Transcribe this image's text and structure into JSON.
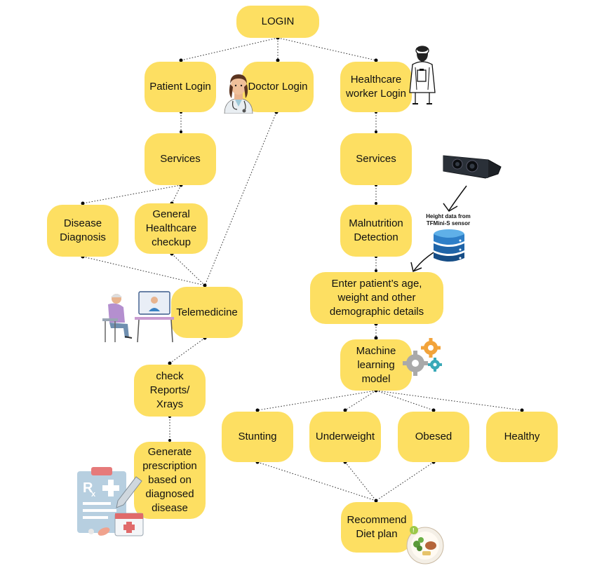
{
  "nodes": {
    "login": "LOGIN",
    "patient_login": "Patient Login",
    "doctor_login": "Doctor Login",
    "healthcare_login_1": "Healthcare",
    "healthcare_login_2": "worker Login",
    "services_left": "Services",
    "services_right": "Services",
    "disease_1": "Disease",
    "disease_2": "Diagnosis",
    "general_1": "General",
    "general_2": "Healthcare",
    "general_3": "checkup",
    "malnutrition_1": "Malnutrition",
    "malnutrition_2": "Detection",
    "enter_1": "Enter patient’s age,",
    "enter_2": "weight and other",
    "enter_3": "demographic details",
    "telemedicine": "Telemedicine",
    "ml_1": "Machine",
    "ml_2": "learning",
    "ml_3": "model",
    "check_1": "check",
    "check_2": "Reports/",
    "check_3": "Xrays",
    "stunting": "Stunting",
    "underweight": "Underweight",
    "obesed": "Obesed",
    "healthy": "Healthy",
    "generate_1": "Generate",
    "generate_2": "prescription",
    "generate_3": "based on",
    "generate_4": "diagnosed",
    "generate_5": "disease",
    "recommend_1": "Recommend",
    "recommend_2": "Diet plan"
  },
  "sensor_label_1": "Height data from",
  "sensor_label_2": "TFMini-S sensor",
  "colors": {
    "node_fill": "#FDDF62",
    "edge": "#333333"
  },
  "icons": [
    "doctor-icon",
    "healthcare-worker-icon",
    "lidar-sensor-icon",
    "database-icon",
    "telemedicine-icon",
    "gears-icon",
    "prescription-icon",
    "diet-plate-icon"
  ]
}
